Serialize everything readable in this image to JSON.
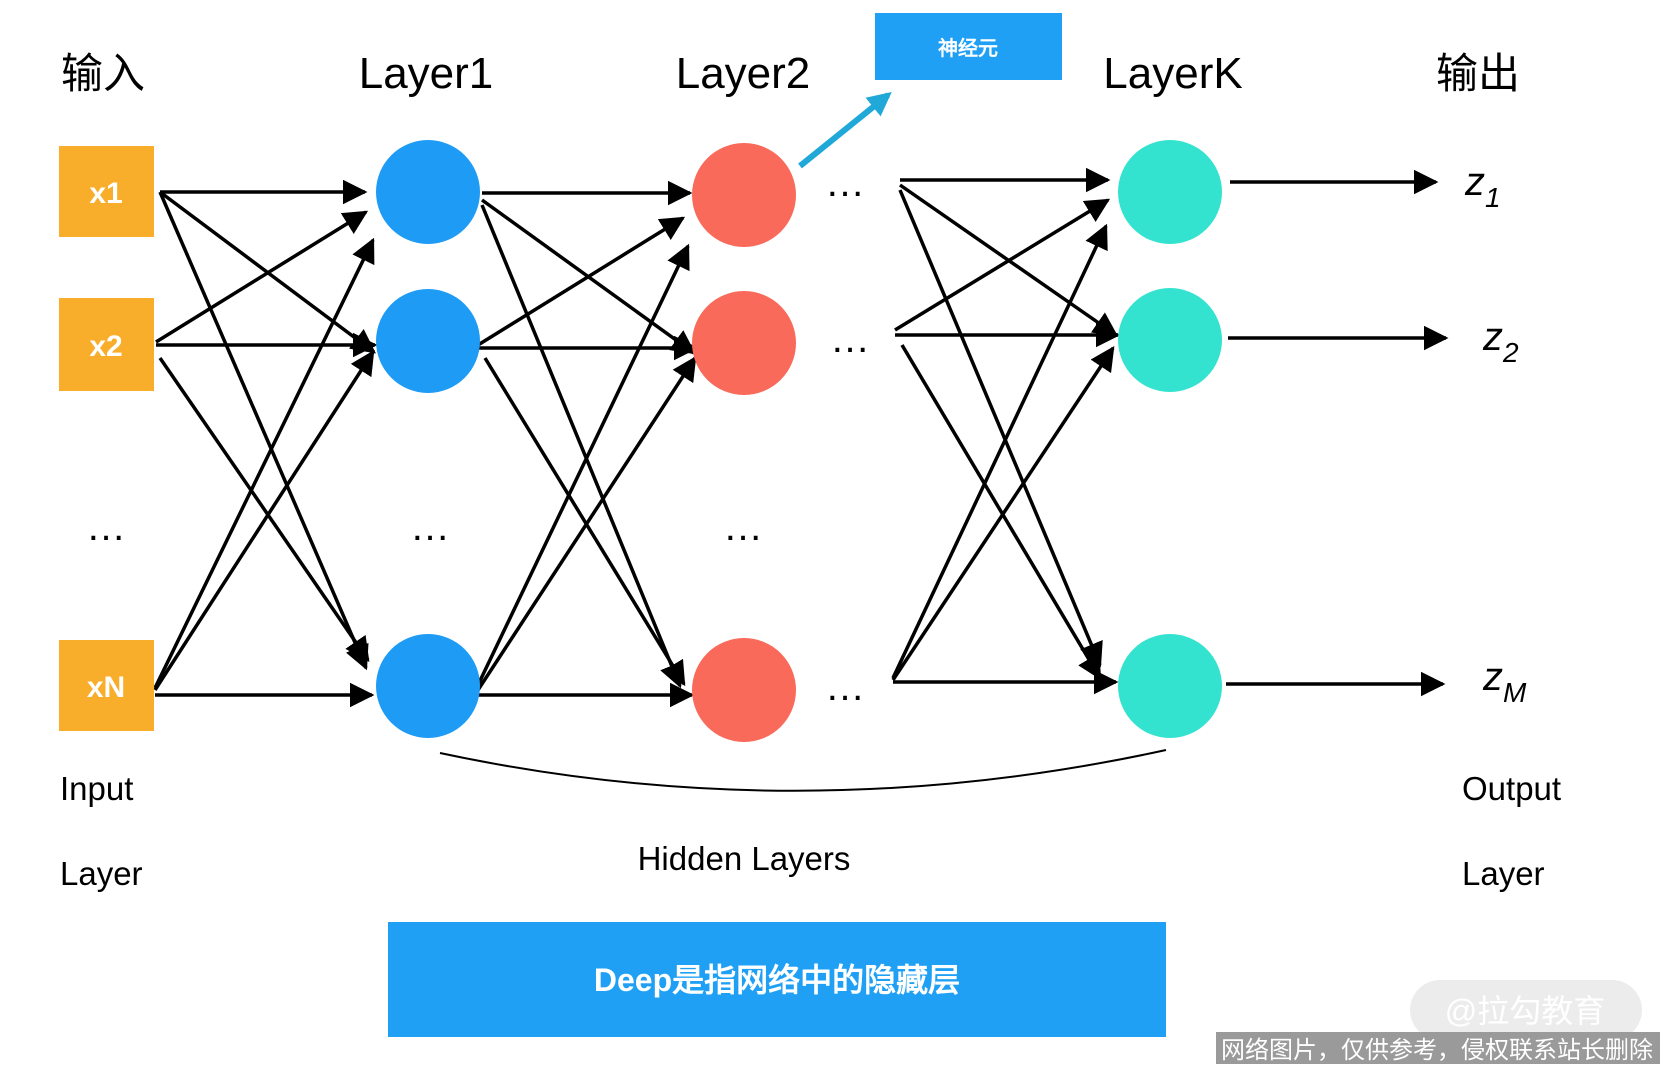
{
  "headers": {
    "input": "输入",
    "layer1": "Layer1",
    "layer2": "Layer2",
    "layerk": "LayerK",
    "output": "输出"
  },
  "neuron_box": "神经元",
  "inputs": [
    "x1",
    "x2",
    "xN"
  ],
  "outputs": [
    {
      "base": "z",
      "sub": "1"
    },
    {
      "base": "z",
      "sub": "2"
    },
    {
      "base": "z",
      "sub": "M"
    }
  ],
  "ellipsis": "…",
  "labels": {
    "input_line1": "Input",
    "input_line2": "Layer",
    "hidden": "Hidden Layers",
    "output_line1": "Output",
    "output_line2": "Layer"
  },
  "banner": "Deep是指网络中的隐藏层",
  "watermark_handle": "@拉勾教育",
  "watermark_notice": "网络图片，仅供参考，侵权联系站长删除",
  "colors": {
    "input_node": "#F9AE2B",
    "layer1_node": "#1E9BF5",
    "layer2_node": "#F96A5A",
    "layerk_node": "#34E3CF",
    "banner": "#1FA0F5",
    "neuron_arrow": "#1FA8D8"
  }
}
